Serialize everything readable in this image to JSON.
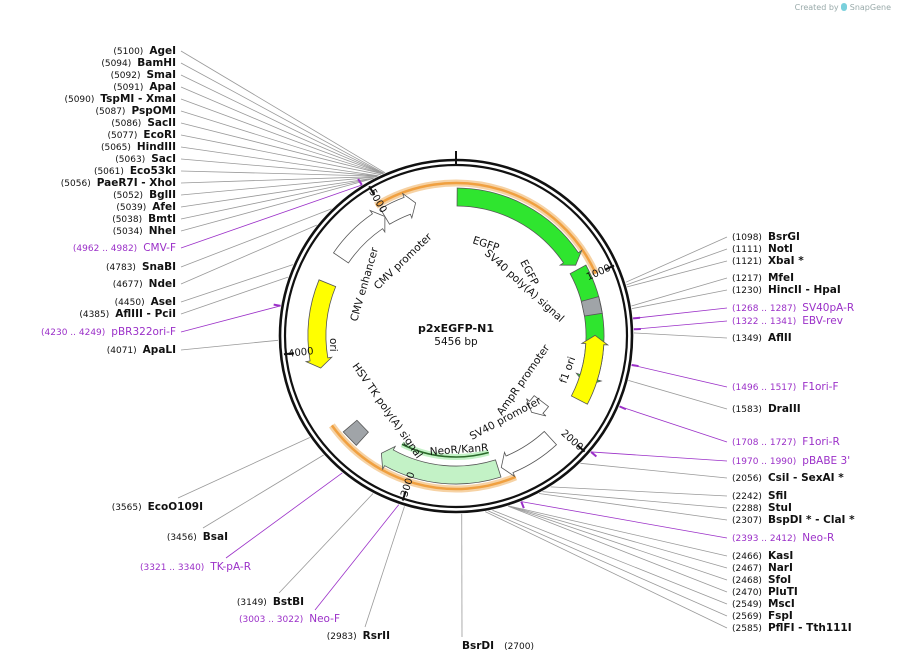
{
  "watermark": {
    "prefix": "Created by",
    "brand": "SnapGene"
  },
  "plasmid": {
    "name": "p2xEGFP-N1",
    "length": "5456 bp",
    "total_bp": 5456
  },
  "ticks": [
    "1000",
    "2000",
    "3000",
    "4000",
    "5000"
  ],
  "features": [
    {
      "name": "EGFP",
      "arc": [
        7,
        900
      ],
      "dir": 1,
      "ring": 0.79,
      "color": "#2fe52f"
    },
    {
      "name": "EGFP",
      "arc": [
        930,
        1680
      ],
      "dir": 1,
      "ring": 0.79,
      "color": "#2fe52f"
    },
    {
      "name": "SV40 poly(A) signal",
      "arc": [
        1130,
        1230
      ],
      "dir": 0,
      "ring": 0.79,
      "color": "#a0a4a8"
    },
    {
      "name": "f1 ori",
      "arc": [
        1360,
        1780
      ],
      "dir": -1,
      "ring": 0.79,
      "color": "#ffff00"
    },
    {
      "name": "AmpR promoter",
      "arc": [
        1930,
        2050
      ],
      "dir": 1,
      "ring": 0.61,
      "color": "#ffffff"
    },
    {
      "name": "SV40 promoter",
      "arc": [
        2080,
        2440
      ],
      "dir": 1,
      "ring": 0.79,
      "color": "#ffffff"
    },
    {
      "name": "NeoR/KanR",
      "arc": [
        2460,
        3220
      ],
      "dir": 1,
      "ring": 0.79,
      "color": "#c3f2c6"
    },
    {
      "name": "HSV TK poly(A) signal",
      "arc": [
        3370,
        3480
      ],
      "dir": 0,
      "ring": 0.79,
      "color": "#a0a4a8"
    },
    {
      "name": "ori",
      "arc": [
        3890,
        4430
      ],
      "dir": -1,
      "ring": 0.79,
      "color": "#ffff00"
    },
    {
      "name": "CMV enhancer",
      "arc": [
        4610,
        4990
      ],
      "dir": 1,
      "ring": 0.79,
      "color": "#ffffff"
    },
    {
      "name": "CMV promoter",
      "arc": [
        4990,
        5200
      ],
      "dir": 1,
      "ring": 0.79,
      "color": "#ffffff"
    }
  ],
  "feature_labels": [
    "EGFP",
    "SV40 poly(A) signal",
    "f1 ori",
    "AmpR promoter",
    "SV40 promoter",
    "NeoR/KanR",
    "HSV TK poly(A) signal",
    "ori",
    "CMV enhancer",
    "CMV promoter"
  ],
  "enzymes_left": [
    {
      "name": "AgeI",
      "pos": "(5100)",
      "bp": 5100
    },
    {
      "name": "BamHI",
      "pos": "(5094)",
      "bp": 5094
    },
    {
      "name": "SmaI",
      "pos": "(5092)",
      "bp": 5092
    },
    {
      "name": "ApaI",
      "pos": "(5091)",
      "bp": 5091
    },
    {
      "name": "TspMI  - XmaI",
      "pos": "(5090)",
      "bp": 5090
    },
    {
      "name": "PspOMI",
      "pos": "(5087)",
      "bp": 5087
    },
    {
      "name": "SacII",
      "pos": "(5086)",
      "bp": 5086
    },
    {
      "name": "EcoRI",
      "pos": "(5077)",
      "bp": 5077
    },
    {
      "name": "HindIII",
      "pos": "(5065)",
      "bp": 5065
    },
    {
      "name": "SacI",
      "pos": "(5063)",
      "bp": 5063
    },
    {
      "name": "Eco53kI",
      "pos": "(5061)",
      "bp": 5061
    },
    {
      "name": "PaeR7I  - XhoI",
      "pos": "(5056)",
      "bp": 5056
    },
    {
      "name": "BglII",
      "pos": "(5052)",
      "bp": 5052
    },
    {
      "name": "AfeI",
      "pos": "(5039)",
      "bp": 5039
    },
    {
      "name": "BmtI",
      "pos": "(5038)",
      "bp": 5038
    },
    {
      "name": "NheI",
      "pos": "(5034)",
      "bp": 5034
    },
    {
      "name": "CMV-F",
      "pos": "(4962 .. 4982)",
      "bp": 4972,
      "primer": true
    },
    {
      "name": "SnaBI",
      "pos": "(4783)",
      "bp": 4783
    },
    {
      "name": "NdeI",
      "pos": "(4677)",
      "bp": 4677
    },
    {
      "name": "AseI",
      "pos": "(4450)",
      "bp": 4450
    },
    {
      "name": "AflIII  - PciI",
      "pos": "(4385)",
      "bp": 4385
    },
    {
      "name": "pBR322ori-F",
      "pos": "(4230 .. 4249)",
      "bp": 4240,
      "primer": true
    },
    {
      "name": "ApaLI",
      "pos": "(4071)",
      "bp": 4071
    }
  ],
  "enzymes_right": [
    {
      "name": "BsrGI",
      "pos": "(1098)",
      "bp": 1098
    },
    {
      "name": "NotI",
      "pos": "(1111)",
      "bp": 1111
    },
    {
      "name": "XbaI *",
      "pos": "(1121)",
      "bp": 1121
    },
    {
      "name": "MfeI",
      "pos": "(1217)",
      "bp": 1217
    },
    {
      "name": "HincII  - HpaI",
      "pos": "(1230)",
      "bp": 1230
    },
    {
      "name": "SV40pA-R",
      "pos": "(1268 .. 1287)",
      "bp": 1278,
      "primer": true
    },
    {
      "name": "EBV-rev",
      "pos": "(1322 .. 1341)",
      "bp": 1331,
      "primer": true
    },
    {
      "name": "AflII",
      "pos": "(1349)",
      "bp": 1349
    },
    {
      "name": "F1ori-F",
      "pos": "(1496 .. 1517)",
      "bp": 1506,
      "primer": true
    },
    {
      "name": "DraIII",
      "pos": "(1583)",
      "bp": 1583
    },
    {
      "name": "F1ori-R",
      "pos": "(1708 .. 1727)",
      "bp": 1717,
      "primer": true
    },
    {
      "name": "pBABE 3'",
      "pos": "(1970 .. 1990)",
      "bp": 1980,
      "primer": true
    },
    {
      "name": "CsiI  - SexAI *",
      "pos": "(2056)",
      "bp": 2056
    },
    {
      "name": "SfiI",
      "pos": "(2242)",
      "bp": 2242
    },
    {
      "name": "StuI",
      "pos": "(2288)",
      "bp": 2288
    },
    {
      "name": "BspDI *  - ClaI *",
      "pos": "(2307)",
      "bp": 2307
    },
    {
      "name": "Neo-R",
      "pos": "(2393 .. 2412)",
      "bp": 2402,
      "primer": true
    },
    {
      "name": "KasI",
      "pos": "(2466)",
      "bp": 2466
    },
    {
      "name": "NarI",
      "pos": "(2467)",
      "bp": 2467
    },
    {
      "name": "SfoI",
      "pos": "(2468)",
      "bp": 2468
    },
    {
      "name": "PluTI",
      "pos": "(2470)",
      "bp": 2470
    },
    {
      "name": "MscI",
      "pos": "(2549)",
      "bp": 2549
    },
    {
      "name": "FspI",
      "pos": "(2569)",
      "bp": 2569
    },
    {
      "name": "PflFI  - Tth111I",
      "pos": "(2585)",
      "bp": 2585
    }
  ],
  "enzymes_bottom": [
    {
      "name": "BsrDI",
      "pos": "(2700)",
      "bp": 2700
    },
    {
      "name": "RsrII",
      "pos": "(2983)",
      "bp": 2983
    },
    {
      "name": "Neo-F",
      "pos": "(3003 .. 3022)",
      "bp": 3012,
      "primer": true
    },
    {
      "name": "BstBI",
      "pos": "(3149)",
      "bp": 3149
    },
    {
      "name": "TK-pA-R",
      "pos": "(3321 .. 3340)",
      "bp": 3330,
      "primer": true
    },
    {
      "name": "BsaI",
      "pos": "(3456)",
      "bp": 3456
    },
    {
      "name": "EcoO109I",
      "pos": "(3565)",
      "bp": 3565
    }
  ],
  "colors": {
    "backbone": "#111111",
    "primer": "#9b30c8",
    "orf": "#f0a040",
    "line": "#999999"
  }
}
